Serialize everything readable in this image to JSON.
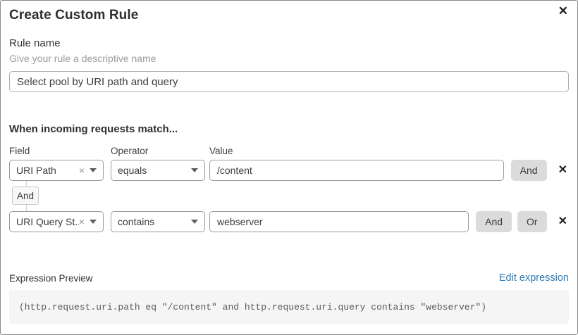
{
  "dialog": {
    "title": "Create Custom Rule"
  },
  "icons": {
    "close": "✕",
    "clear": "×",
    "remove_condition": "✕"
  },
  "rule_name": {
    "label": "Rule name",
    "hint": "Give your rule a descriptive name",
    "value": "Select pool by URI path and query"
  },
  "matcher": {
    "heading": "When incoming requests match...",
    "columns": {
      "field": "Field",
      "operator": "Operator",
      "value": "Value"
    },
    "connector_label": "And",
    "rows": [
      {
        "field": "URI Path",
        "operator": "equals",
        "value": "/content",
        "and_label": "And"
      },
      {
        "field": "URI Query St...",
        "operator": "contains",
        "value": "webserver",
        "and_label": "And",
        "or_label": "Or"
      }
    ]
  },
  "expression": {
    "label": "Expression Preview",
    "edit_link": "Edit expression",
    "code": "(http.request.uri.path eq \"/content\" and http.request.uri.query contains \"webserver\")"
  },
  "colors": {
    "link_blue": "#2b7cba",
    "combinator_gray": "#dbdbdb",
    "code_bg": "#f5f5f5",
    "border_gray": "#9b9b9b"
  }
}
